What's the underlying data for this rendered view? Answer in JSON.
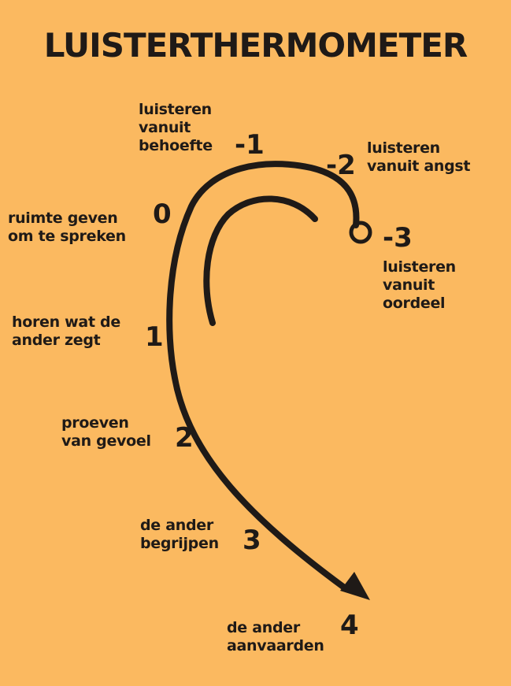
{
  "title": "LUISTERTHERMOMETER",
  "colors": {
    "background": "#fbb960",
    "ink": "#1f1a17"
  },
  "levels": [
    {
      "number": "-3",
      "label": [
        "luisteren",
        "vanuit",
        "oordeel"
      ]
    },
    {
      "number": "-2",
      "label": [
        "luisteren",
        "vanuit angst"
      ]
    },
    {
      "number": "-1",
      "label": [
        "luisteren",
        "vanuit",
        "behoefte"
      ]
    },
    {
      "number": "0",
      "label": [
        "ruimte geven",
        "om te spreken"
      ]
    },
    {
      "number": "1",
      "label": [
        "horen wat de",
        "ander zegt"
      ]
    },
    {
      "number": "2",
      "label": [
        "proeven",
        "van gevoel"
      ]
    },
    {
      "number": "3",
      "label": [
        "de ander",
        "begrijpen"
      ]
    },
    {
      "number": "4",
      "label": [
        "de ander",
        "aanvaarden"
      ]
    }
  ]
}
